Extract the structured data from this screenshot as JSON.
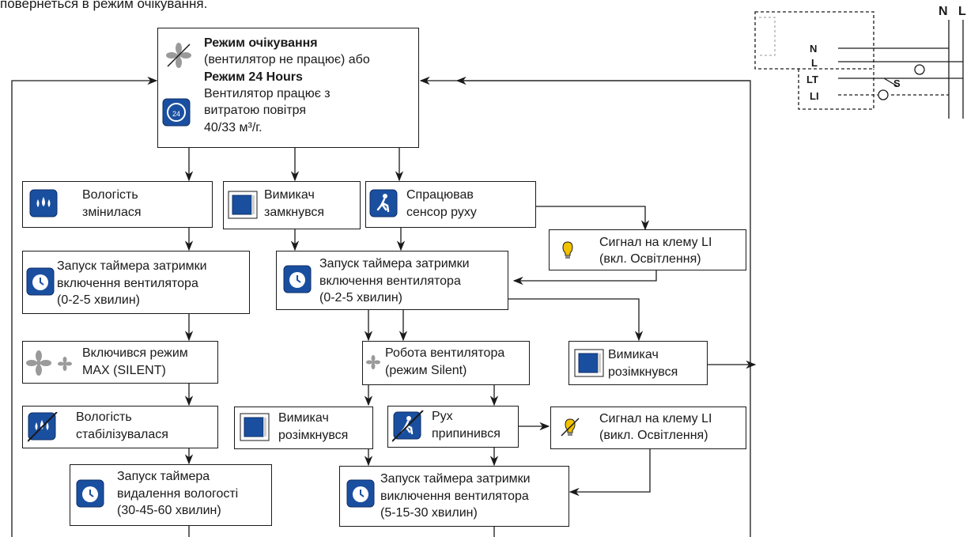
{
  "header_text": "повернеться в режим очікування.",
  "wiring": {
    "top_labels": [
      "N",
      "L"
    ],
    "terminals": [
      "N",
      "L",
      "LT",
      "LI"
    ],
    "switch_label": "S"
  },
  "boxes": {
    "standby": {
      "line1": "Режим очікування",
      "line2": "(вентилятор не працює) або",
      "line3": "Режим 24 Hours",
      "line4": "Вентилятор працює з",
      "line5": "витратою повітря",
      "line6": "40/33 м³/г."
    },
    "humidity_changed": [
      "Вологість",
      "змінилася"
    ],
    "switch_closed": [
      "Вимикач",
      "замкнувся"
    ],
    "motion_triggered": [
      "Спрацював",
      "сенсор руху"
    ],
    "signal_li_on": [
      "Сигнал на клему LI",
      "(вкл. Освітлення)"
    ],
    "timer_on_left": [
      "Запуск таймера затримки",
      "включення вентилятора",
      "(0-2-5 хвилин)"
    ],
    "timer_on_center": [
      "Запуск таймера затримки",
      "включення вентилятора",
      "(0-2-5 хвилин)"
    ],
    "max_mode": [
      "Включився режим",
      "MAX (SILENT)"
    ],
    "fan_silent": [
      "Робота вентилятора",
      "(режим Silent)"
    ],
    "switch_opened_right": [
      "Вимикач",
      "розімкнувся"
    ],
    "humidity_stable": [
      "Вологість",
      "стабілізувалася"
    ],
    "switch_opened_center": [
      "Вимикач",
      "розімкнувся"
    ],
    "motion_stopped": [
      "Рух",
      "припинився"
    ],
    "signal_li_off": [
      "Сигнал на клему LI",
      "(викл. Освітлення)"
    ],
    "timer_humidity": [
      "Запуск таймера",
      "видалення вологості",
      "(30-45-60 хвилин)"
    ],
    "timer_off": [
      "Запуск таймера затримки",
      "виключення вентилятора",
      "(5-15-30 хвилин)"
    ]
  }
}
